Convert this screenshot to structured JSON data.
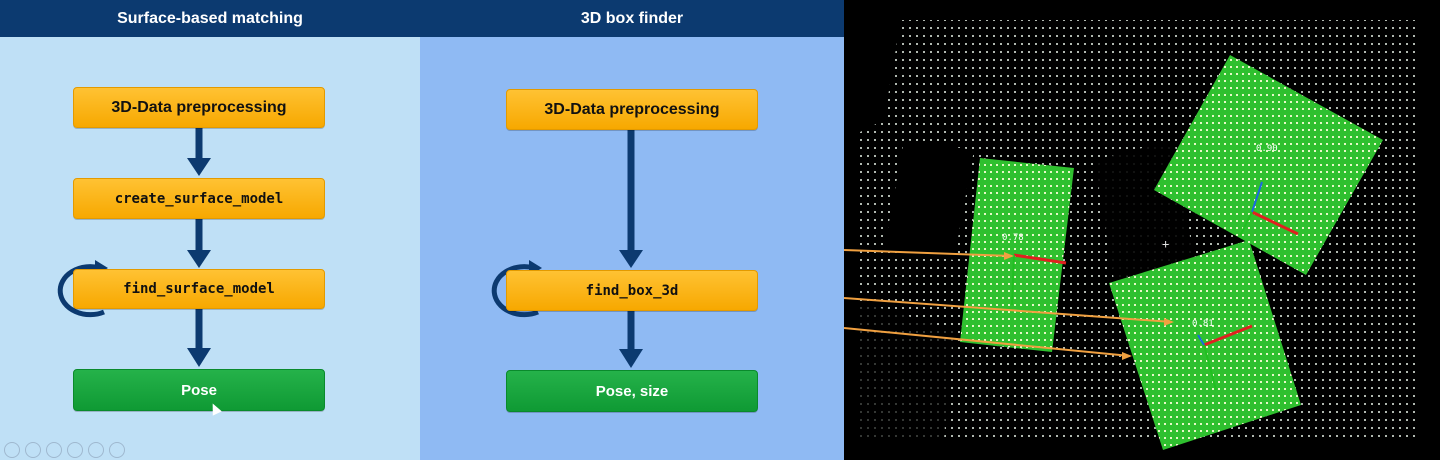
{
  "surface_panel": {
    "header": "Surface-based matching",
    "step1": "3D-Data preprocessing",
    "step2": "create_surface_model",
    "step3": "find_surface_model",
    "result": "Pose"
  },
  "box_panel": {
    "header": "3D box finder",
    "step1": "3D-Data preprocessing",
    "step2": "find_box_3d",
    "result": "Pose, size"
  },
  "scene": {
    "score_top": "0.90",
    "score_left": "0.78",
    "score_bottom": "0.81"
  },
  "colors": {
    "header_bg": "#0c3a70",
    "step_orange": "#f7a800",
    "result_green": "#0f9a34",
    "arrow_navy": "#0c3a70",
    "box_green": "#2fc02f"
  }
}
